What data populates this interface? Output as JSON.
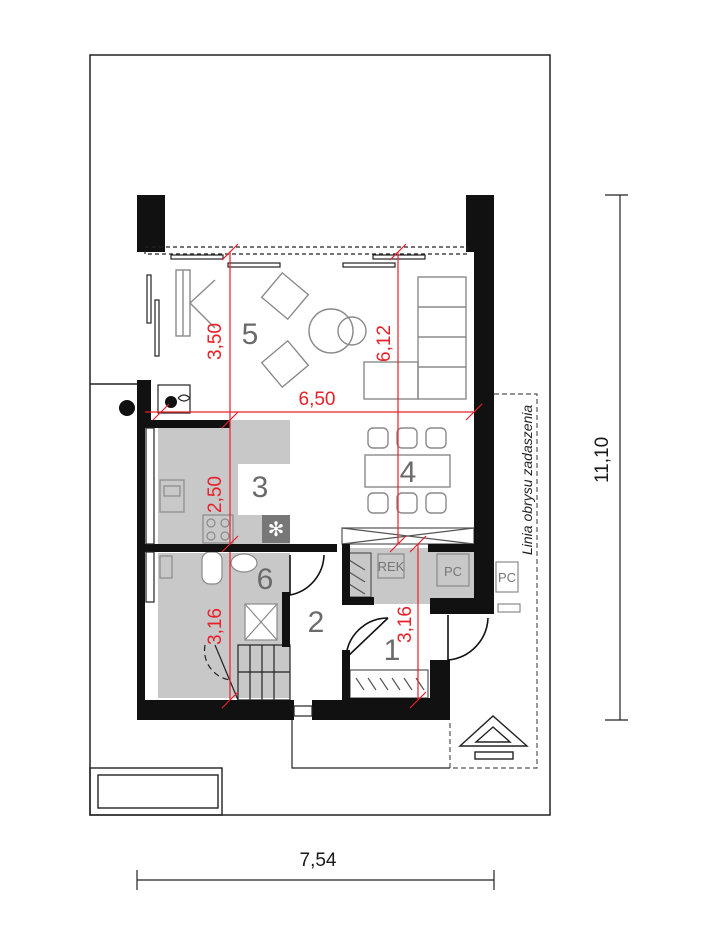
{
  "rooms": [
    {
      "number": "5"
    },
    {
      "number": "4"
    },
    {
      "number": "3"
    },
    {
      "number": "6"
    },
    {
      "number": "2"
    },
    {
      "number": "1"
    }
  ],
  "room_dimensions": {
    "living_height": "3,50",
    "living_depth": "6,12",
    "living_width": "6,50",
    "kitchen_height": "2,50",
    "bath_height": "3,16",
    "entrance_height": "3,16"
  },
  "outer_dimensions": {
    "width": "7,54",
    "depth": "11,10"
  },
  "labels": {
    "roof_outline": "Linia obrysu zadaszenia",
    "rek": "REK",
    "pc_inner": "PC",
    "pc_outer": "PC"
  },
  "colors": {
    "wall": "#111111",
    "room_fill": "#c8c8c8",
    "dimension": "#e8202a",
    "furniture": "#8a8a8a"
  }
}
